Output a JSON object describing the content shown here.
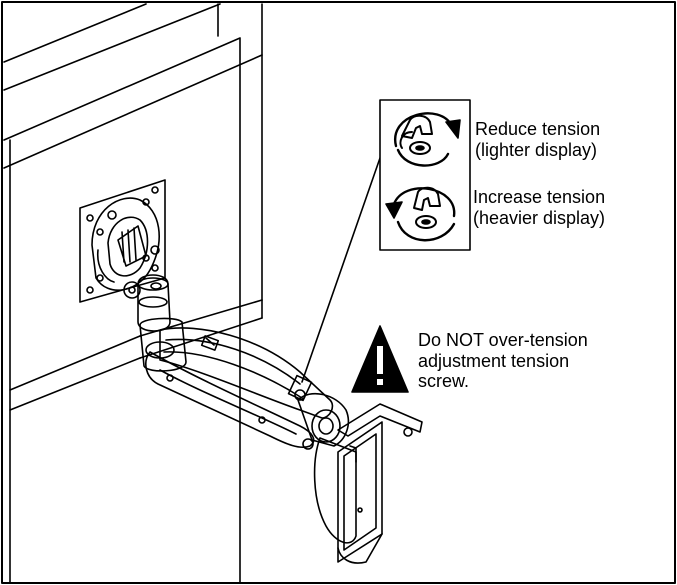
{
  "callout": {
    "reduce": {
      "line1": "Reduce tension",
      "line2": "(lighter display)"
    },
    "increase": {
      "line1": "Increase tension",
      "line2": "(heavier display)"
    }
  },
  "warning": {
    "line1": "Do NOT over-tension",
    "line2": "adjustment tension",
    "line3": "screw."
  },
  "icons": {
    "reduce": "clockwise-arrow-wrench-icon",
    "increase": "counterclockwise-arrow-wrench-icon",
    "warning": "warning-triangle-icon"
  },
  "colors": {
    "line": "#000000",
    "background": "#ffffff"
  }
}
